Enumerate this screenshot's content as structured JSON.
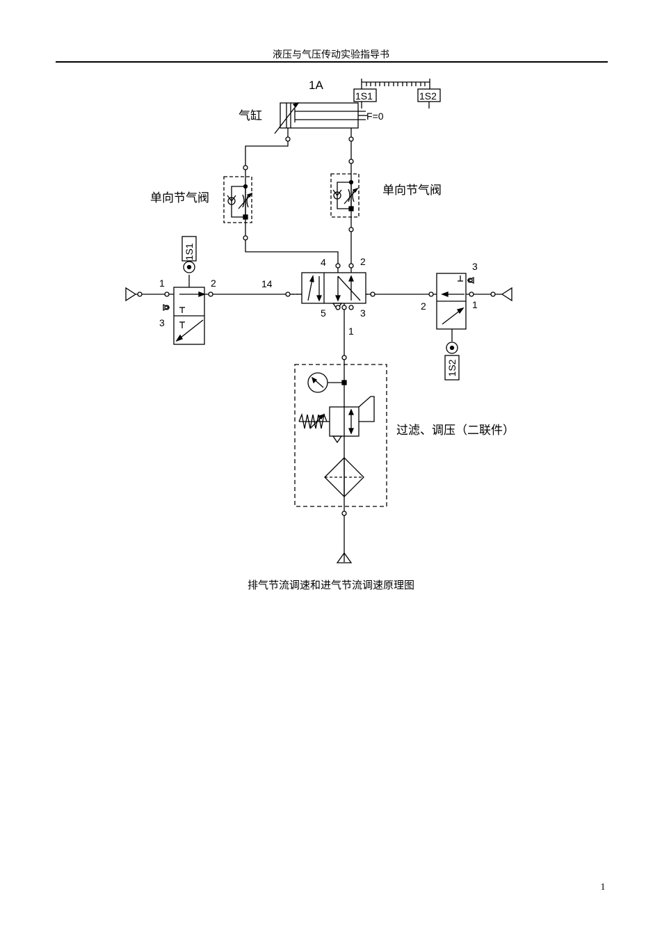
{
  "header": {
    "title": "液压与气压传动实验指导书"
  },
  "diagram": {
    "cylinder_id": "1A",
    "cylinder_label": "气缸",
    "force_label": "F=0",
    "sensor_left": "1S1",
    "sensor_right": "1S2",
    "throttle_left_label": "单向节气阀",
    "throttle_right_label": "单向节气阀",
    "frl_label": "过滤、调压（二联件）",
    "valve_left_ports": {
      "p1": "1",
      "p2": "2",
      "p3": "3"
    },
    "valve_left_sensor": "1S1",
    "valve_right_ports": {
      "p1": "1",
      "p2": "2",
      "p3": "3"
    },
    "valve_right_sensor": "1S2",
    "main_valve_ports": {
      "p4": "4",
      "p2": "2",
      "p5": "5",
      "p3": "3",
      "p14": "14",
      "p1": "1"
    }
  },
  "caption": "排气节流调速和进气节流调速原理图",
  "page_number": "1"
}
